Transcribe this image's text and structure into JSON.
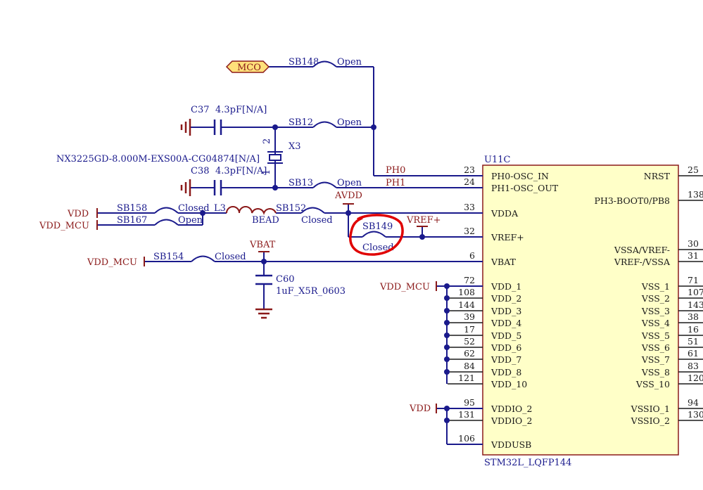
{
  "part": {
    "ref": "U11C",
    "type": "STM32L_LQFP144"
  },
  "left_pins": [
    {
      "num": "23",
      "name": "PH0-OSC_IN"
    },
    {
      "num": "24",
      "name": "PH1-OSC_OUT"
    },
    {
      "num": "33",
      "name": "VDDA"
    },
    {
      "num": "32",
      "name": "VREF+"
    },
    {
      "num": "6",
      "name": "VBAT"
    },
    {
      "num": "72",
      "name": "VDD_1"
    },
    {
      "num": "108",
      "name": "VDD_2"
    },
    {
      "num": "144",
      "name": "VDD_3"
    },
    {
      "num": "39",
      "name": "VDD_4"
    },
    {
      "num": "17",
      "name": "VDD_5"
    },
    {
      "num": "52",
      "name": "VDD_6"
    },
    {
      "num": "62",
      "name": "VDD_7"
    },
    {
      "num": "84",
      "name": "VDD_8"
    },
    {
      "num": "121",
      "name": "VDD_10"
    },
    {
      "num": "95",
      "name": "VDDIO_2"
    },
    {
      "num": "131",
      "name": "VDDIO_2"
    },
    {
      "num": "106",
      "name": "VDDUSB"
    }
  ],
  "right_pins": [
    {
      "num": "25",
      "name": "NRST"
    },
    {
      "num": "138",
      "name": "PH3-BOOT0/PB8"
    },
    {
      "num": "30",
      "name": "VSSA/VREF-"
    },
    {
      "num": "31",
      "name": "VREF-/VSSA"
    },
    {
      "num": "71",
      "name": "VSS_1"
    },
    {
      "num": "107",
      "name": "VSS_2"
    },
    {
      "num": "143",
      "name": "VSS_3"
    },
    {
      "num": "38",
      "name": "VSS_4"
    },
    {
      "num": "16",
      "name": "VSS_5"
    },
    {
      "num": "51",
      "name": "VSS_6"
    },
    {
      "num": "61",
      "name": "VSS_7"
    },
    {
      "num": "83",
      "name": "VSS_8"
    },
    {
      "num": "120",
      "name": "VSS_10"
    },
    {
      "num": "94",
      "name": "VSSIO_1"
    },
    {
      "num": "130",
      "name": "VSSIO_2"
    }
  ],
  "nets": {
    "mco": "MCO",
    "ph0": "PH0",
    "ph1": "PH1",
    "avdd": "AVDD",
    "vref": "VREF+",
    "vbat": "VBAT",
    "vdd": "VDD",
    "vdd_mcu": "VDD_MCU"
  },
  "components": {
    "c37": {
      "ref": "C37",
      "value": "4.3pF[N/A]"
    },
    "c38": {
      "ref": "C38",
      "value": "4.3pF[N/A]"
    },
    "c60": {
      "ref": "C60",
      "value": "1uF_X5R_0603"
    },
    "x3": {
      "ref": "X3",
      "value": "NX3225GD-8.000M-EXS00A-CG04874[N/A]",
      "pin1": "1",
      "pin2": "2"
    },
    "l3": {
      "ref": "L3",
      "value": "BEAD"
    }
  },
  "jumpers": {
    "sb148": {
      "ref": "SB148",
      "state": "Open"
    },
    "sb12": {
      "ref": "SB12",
      "state": "Open"
    },
    "sb13": {
      "ref": "SB13",
      "state": "Open"
    },
    "sb158": {
      "ref": "SB158",
      "state": "Closed"
    },
    "sb167": {
      "ref": "SB167",
      "state": "Open"
    },
    "sb152": {
      "ref": "SB152",
      "state": "Closed"
    },
    "sb149": {
      "ref": "SB149",
      "state": "Closed"
    },
    "sb154": {
      "ref": "SB154",
      "state": "Closed"
    }
  },
  "colors": {
    "wire": "#1a1a8c",
    "net_label": "#8b1a1a",
    "body_fill": "#ffffc8",
    "highlight": "#e00000"
  }
}
